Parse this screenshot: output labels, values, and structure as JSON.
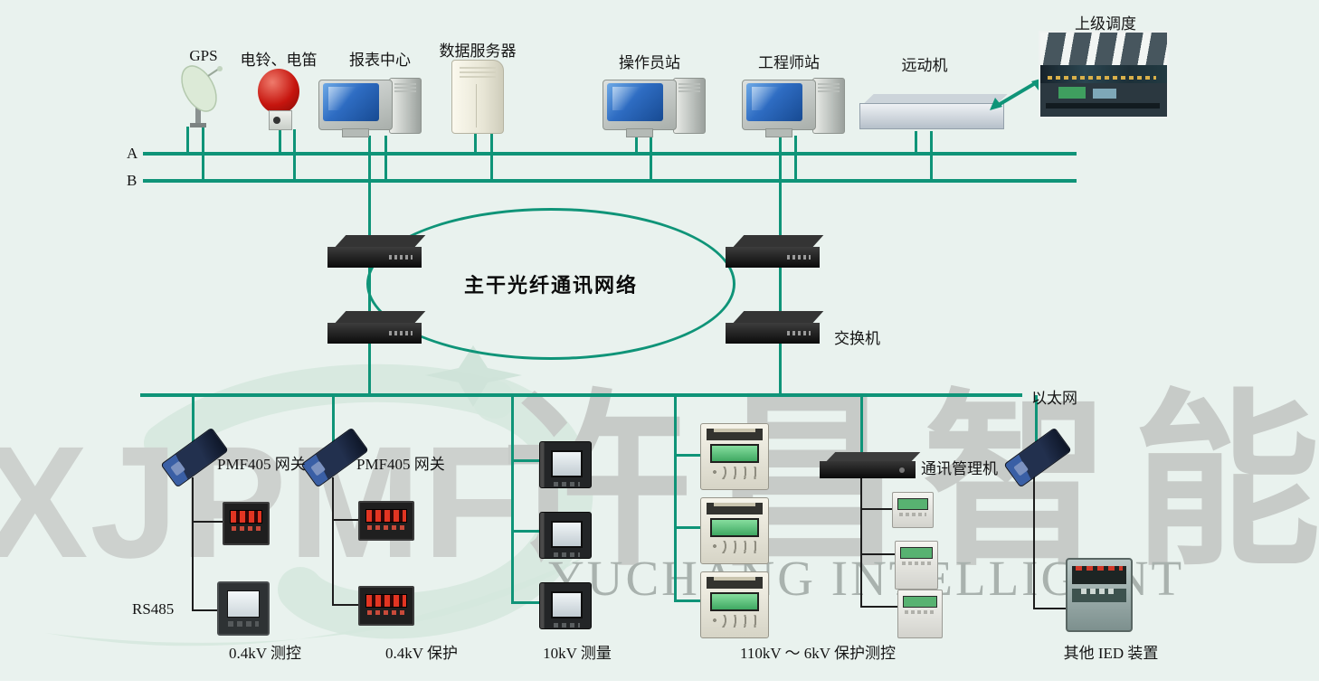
{
  "colors": {
    "background": "#e9f2ee",
    "line_green": "#0f9478",
    "text": "#141414",
    "watermark_gray": "#cdd1ce",
    "watermark_serif_gray": "#a9b2ae"
  },
  "buses": {
    "bus_a_label": "A",
    "bus_b_label": "B",
    "ethernet_label": "以太网",
    "switch_label": "交换机"
  },
  "ring": {
    "title": "主干光纤通讯网络"
  },
  "top_devices": [
    {
      "label": "GPS"
    },
    {
      "label": "电铃、电笛"
    },
    {
      "label": "报表中心"
    },
    {
      "label": "数据服务器"
    },
    {
      "label": "操作员站"
    },
    {
      "label": "工程师站"
    },
    {
      "label": "远动机"
    },
    {
      "label": "上级调度"
    }
  ],
  "field": {
    "gateway1_label": "PMF405 网关",
    "gateway2_label": "PMF405 网关",
    "comm_manager_label": "通讯管理机",
    "rs485_label": "RS485",
    "groups": [
      {
        "label": "0.4kV 测控"
      },
      {
        "label": "0.4kV 保护"
      },
      {
        "label": "10kV 测量"
      },
      {
        "label": "110kV ～ 6kV 保护测控"
      },
      {
        "label": "其他 IED 装置"
      }
    ]
  },
  "watermark": {
    "latin": "XJPMF",
    "cjk": "许昌智能",
    "english": "YUCHANG INTELLIGENT"
  }
}
